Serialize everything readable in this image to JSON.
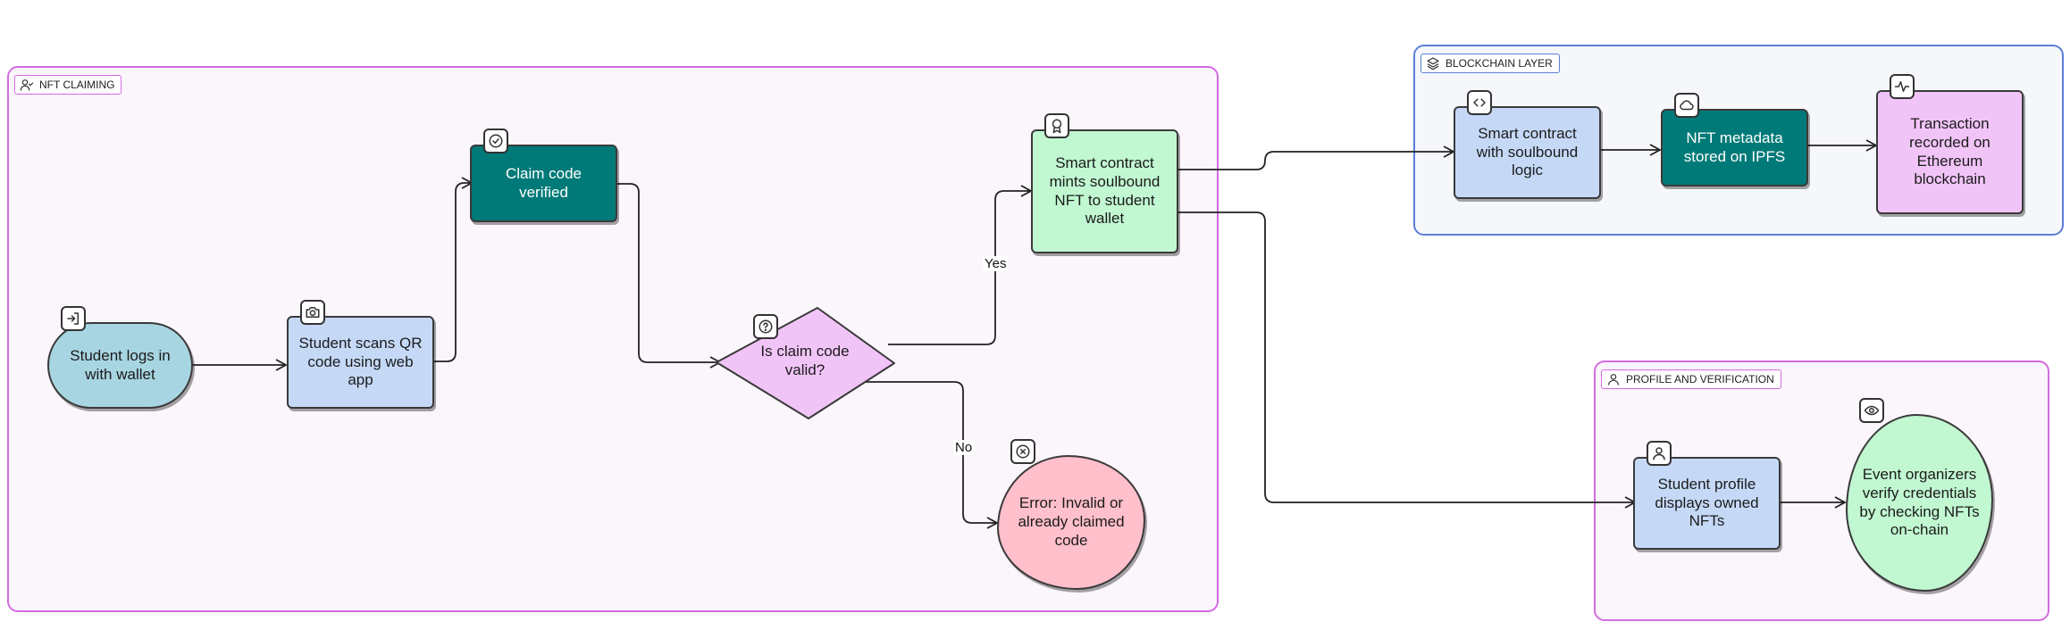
{
  "groups": {
    "nft_claiming": "NFT CLAIMING",
    "blockchain_layer": "BLOCKCHAIN LAYER",
    "profile_verification": "PROFILE AND VERIFICATION"
  },
  "nodes": {
    "login": "Student logs in with wallet",
    "scan": "Student scans QR code using web app",
    "verified": "Claim code verified",
    "decision": "Is claim code valid?",
    "mint": "Smart contract mints soulbound NFT to student wallet",
    "error": "Error: Invalid or already claimed code",
    "contract": "Smart contract with soulbound logic",
    "ipfs": "NFT metadata stored on IPFS",
    "tx": "Transaction recorded on Ethereum blockchain",
    "profile": "Student profile displays owned NFTs",
    "organizers": "Event organizers verify credentials by checking NFTs on-chain"
  },
  "edge_labels": {
    "yes": "Yes",
    "no": "No"
  },
  "icons": {
    "login": "login-icon",
    "scan": "camera-icon",
    "verified": "check-circle-icon",
    "decision": "question-icon",
    "mint": "award-icon",
    "error": "x-circle-icon",
    "contract": "code-icon",
    "ipfs": "cloud-icon",
    "tx": "activity-icon",
    "profile": "user-icon",
    "organizers": "eye-icon",
    "group_claiming": "user-check-icon",
    "group_blockchain": "layers-icon",
    "group_profile": "user-icon"
  },
  "colors": {
    "group_pink_border": "#d36be0",
    "group_pink_fill": "#fbf5fc",
    "group_blue_border": "#5b7fd6",
    "group_blue_fill": "#f5f7fb",
    "light_blue": "#a8d5e2",
    "periwinkle": "#c5d9f7",
    "teal": "#007a78",
    "lavender": "#f1c4f7",
    "mint": "#c1f7d1",
    "pink": "#ffbfcb"
  }
}
